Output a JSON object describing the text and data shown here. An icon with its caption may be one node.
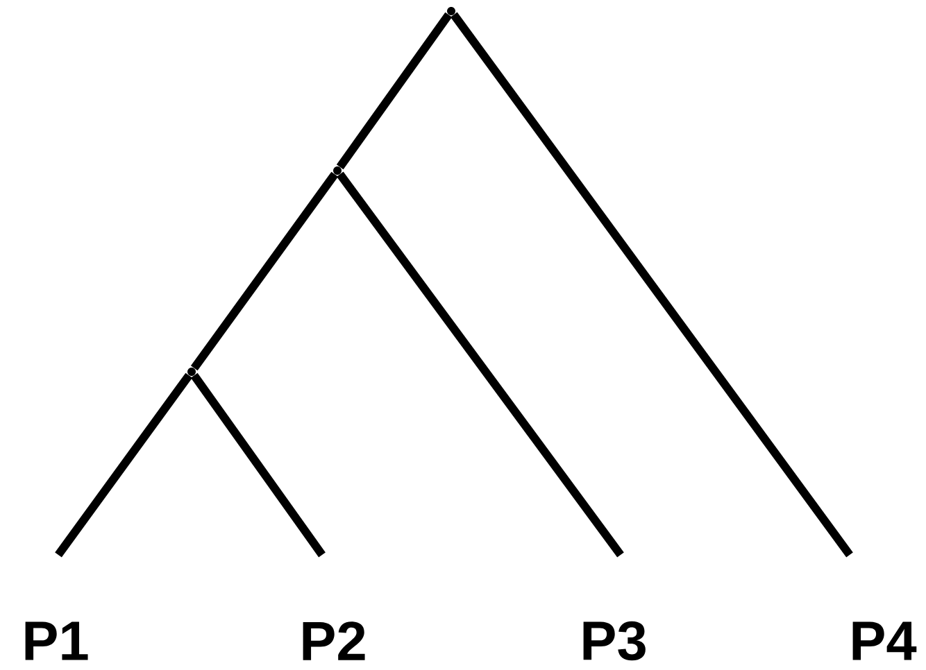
{
  "diagram": {
    "nodes": [
      {
        "text": [],
        "shape": "point"
      },
      {
        "text": [],
        "shape": "point"
      },
      {
        "text": [],
        "shape": "point"
      },
      {
        "text": [
          "P1"
        ]
      },
      {
        "text": [
          "P2"
        ]
      },
      {
        "text": [
          "P3"
        ]
      },
      {
        "text": [
          "P4"
        ]
      }
    ],
    "edges": [
      {
        "from": 0,
        "to": 6,
        "arrow": "none"
      },
      {
        "from": 0,
        "to": 1,
        "arrow": "none"
      },
      {
        "from": 1,
        "to": 5,
        "arrow": "none"
      },
      {
        "from": 1,
        "to": 2,
        "arrow": "none"
      },
      {
        "from": 2,
        "to": 3,
        "arrow": "none"
      },
      {
        "from": 2,
        "to": 4,
        "arrow": "none"
      }
    ]
  }
}
